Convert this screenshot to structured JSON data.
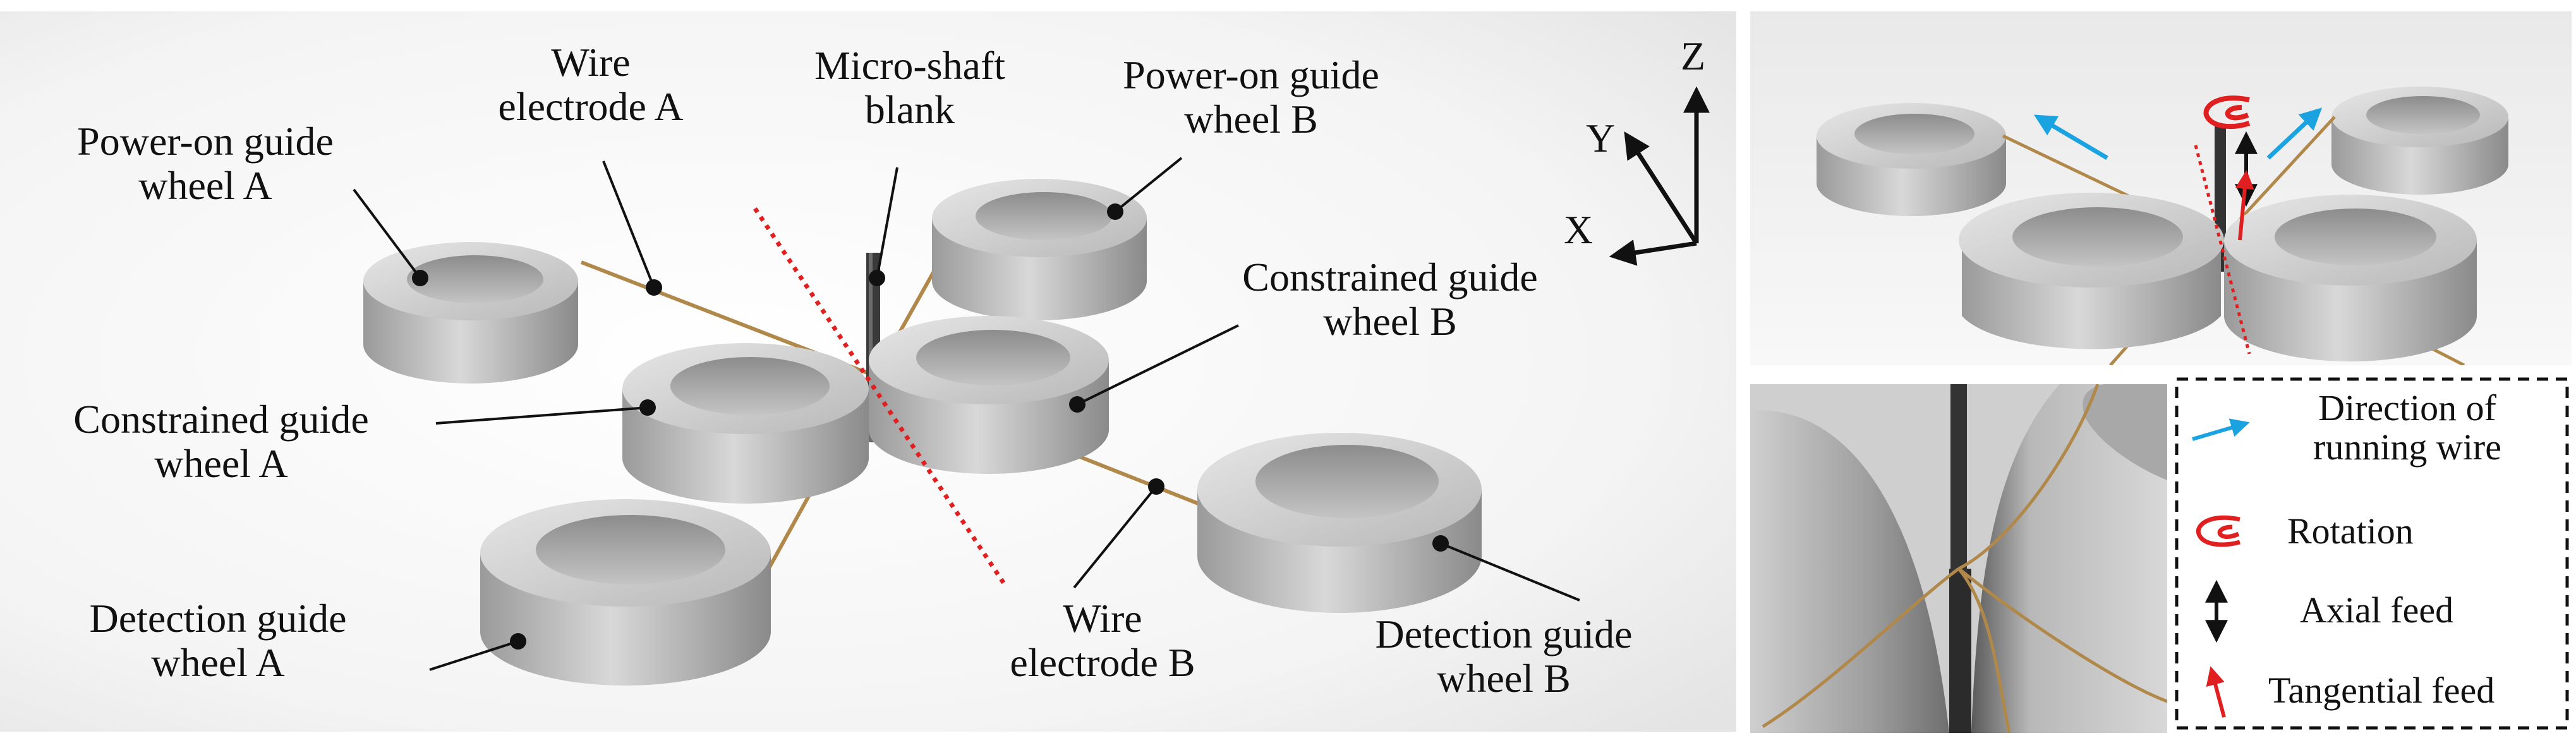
{
  "labels": {
    "power_on_a": [
      "Power-on guide",
      "wheel A"
    ],
    "wire_a": [
      "Wire",
      "electrode A"
    ],
    "micro_shaft": [
      "Micro-shaft",
      "blank"
    ],
    "power_on_b": [
      "Power-on guide",
      "wheel B"
    ],
    "constrained_b": [
      "Constrained guide",
      "wheel B"
    ],
    "constrained_a": [
      "Constrained guide",
      "wheel A"
    ],
    "detection_a": [
      "Detection guide",
      "wheel A"
    ],
    "wire_b": [
      "Wire",
      "electrode B"
    ],
    "detection_b": [
      "Detection guide",
      "wheel B"
    ]
  },
  "axes": {
    "x": "X",
    "y": "Y",
    "z": "Z"
  },
  "legend": {
    "running_wire": [
      "Direction of",
      "running wire"
    ],
    "rotation": "Rotation",
    "axial_feed": "Axial feed",
    "tangential_feed": "Tangential feed"
  },
  "colors": {
    "running_wire": "#1aa3e0",
    "rotation": "#e02020",
    "axial_feed": "#111111",
    "tangential_feed": "#e02020",
    "wire": "#b0884a",
    "center_line": "#e02020"
  }
}
